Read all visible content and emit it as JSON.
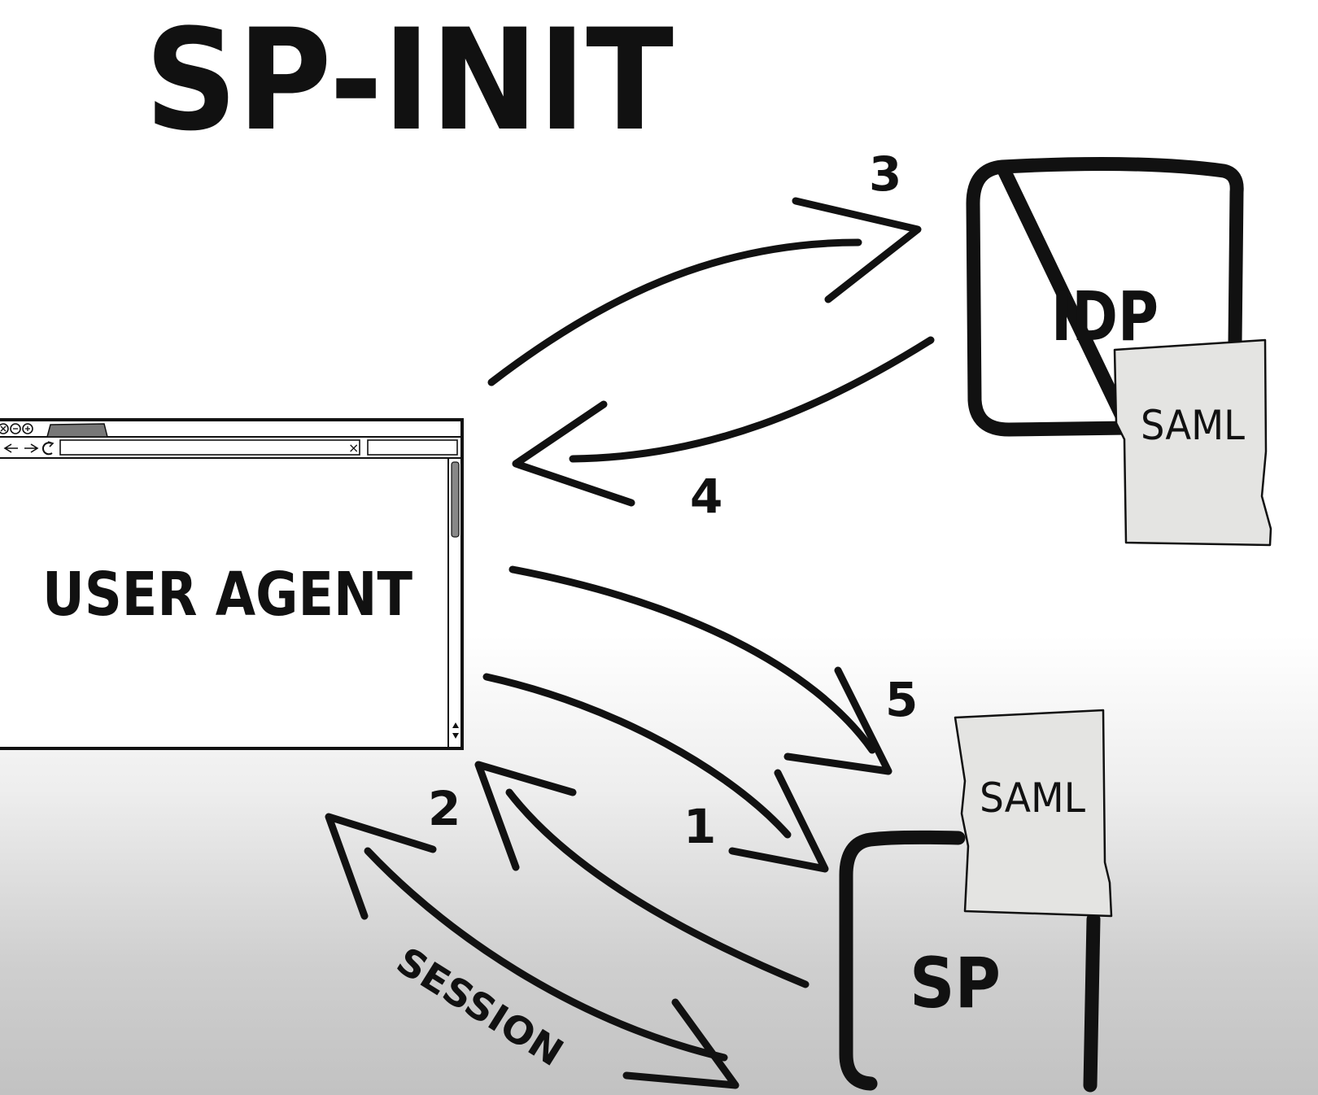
{
  "title": "SP-INIT",
  "user_agent": {
    "label": "USER AGENT",
    "close_glyph": "×"
  },
  "idp": {
    "label": "IDP",
    "document_label": "SAML"
  },
  "sp": {
    "label": "SP",
    "document_label": "SAML"
  },
  "steps": {
    "s1": "1",
    "s2": "2",
    "s3": "3",
    "s4": "4",
    "s5": "5"
  },
  "session_label": "SESSION",
  "colors": {
    "ink": "#111111",
    "paper": "#e4e4e2",
    "background_top": "#ffffff",
    "background_bottom": "#c2c2c2"
  }
}
